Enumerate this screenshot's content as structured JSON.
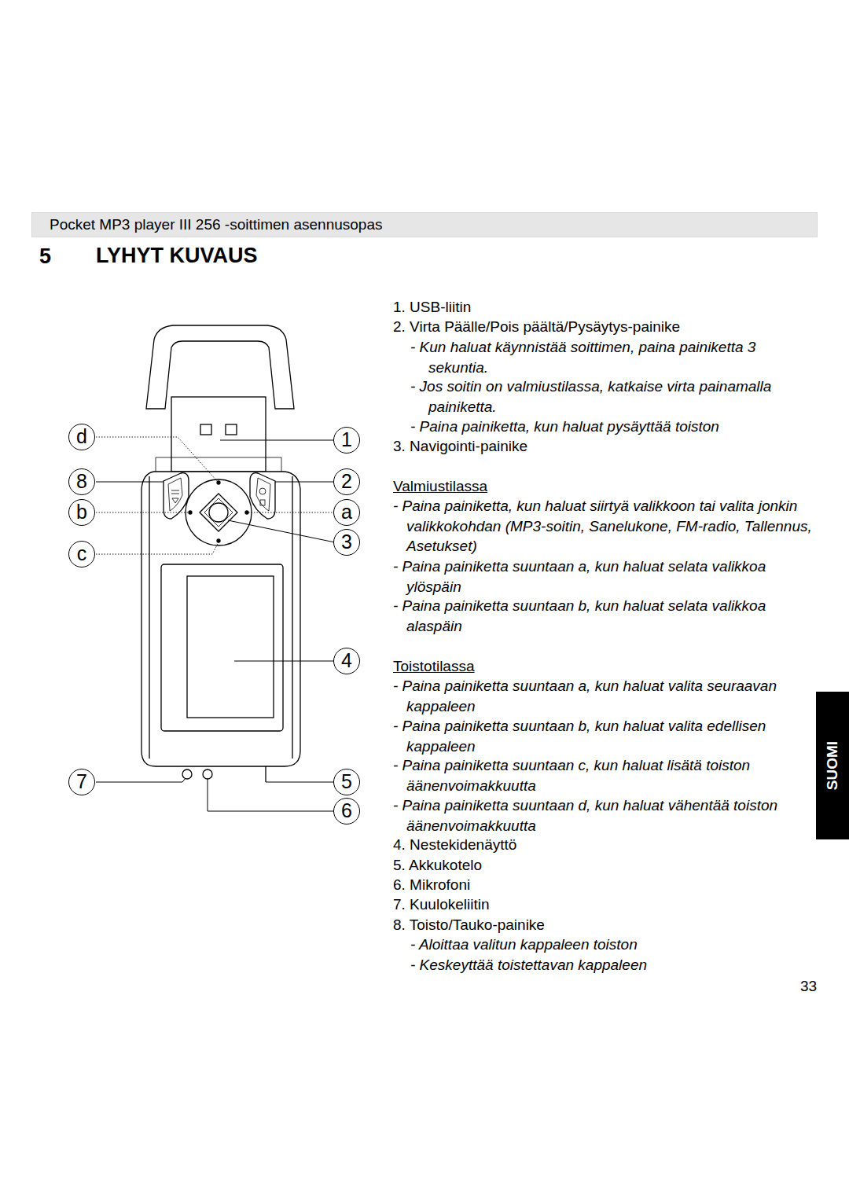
{
  "diagram": {
    "title": "LYHYT KUVAUS",
    "nodes": [
      {
        "text": [
          "Pocket MP3 player III 256 -soittimen asennusopas"
        ]
      },
      {
        "text": [
          "d"
        ]
      },
      {
        "text": [
          "1"
        ]
      },
      {
        "text": [
          "8"
        ]
      },
      {
        "text": [
          "2"
        ]
      },
      {
        "text": [
          "b"
        ]
      },
      {
        "text": [
          "a"
        ]
      },
      {
        "text": [
          "3"
        ]
      },
      {
        "text": [
          "c"
        ]
      },
      {
        "text": [
          "4"
        ]
      },
      {
        "text": [
          "SUOMI"
        ]
      },
      {
        "text": [
          "7"
        ]
      },
      {
        "text": [
          "5"
        ]
      },
      {
        "text": [
          "6"
        ]
      }
    ],
    "labels": [
      "5",
      "1. USB-liitin",
      "2. Virta Päälle/Pois päältä/Pysäytys-painike",
      "- Kun haluat käynnistää soittimen, paina painiketta 3 sekuntia.",
      "- Jos soitin on valmiustilassa, katkaise virta painamalla painiketta.",
      "- Paina painiketta, kun haluat pysäyttää toiston",
      "3. Navigointi-painike",
      "Valmiustilassa",
      "- Paina painiketta, kun haluat siirtyä valikkoon tai valita jonkin valikkokohdan (MP3-soitin, Sanelukone, FM-radio, Tallennus, Asetukset)",
      "- Paina painiketta suuntaan a, kun haluat selata valikkoa ylöspäin",
      "- Paina painiketta suuntaan b, kun haluat selata valikkoa alaspäin",
      "Toistotilassa",
      "- Paina painiketta suuntaan a, kun haluat valita seuraavan kappaleen",
      "- Paina painiketta suuntaan b, kun haluat valita edellisen kappaleen",
      "- Paina painiketta suuntaan c, kun haluat lisätä toiston äänenvoimakkuutta",
      "- Paina painiketta suuntaan d, kun haluat vähentää toiston äänenvoimakkuutta",
      "4. Nestekidenäyttö",
      "5. Akkukotelo",
      "6. Mikrofoni",
      "7. Kuulokeliitin",
      "8. Toisto/Tauko-painike",
      "- Aloittaa valitun kappaleen toiston",
      "- Keskeyttää toistettavan kappaleen",
      "33"
    ]
  }
}
